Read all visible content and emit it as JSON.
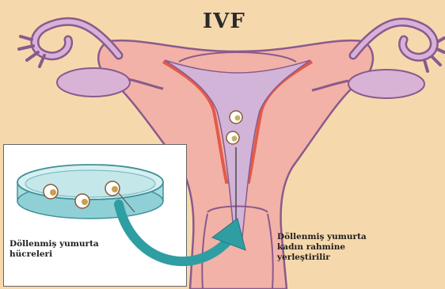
{
  "title": "IVF",
  "labels": {
    "fertilized_eggs_line1": "Döllenmiş yumurta",
    "fertilized_eggs_line2": "hücreleri",
    "transfer_line1": "Döllenmiş yumurta",
    "transfer_line2": "kadın rahmine",
    "transfer_line3": "yerleştirilir"
  },
  "colors": {
    "background": "#f6d8ad",
    "uterus_pink": "#f2b2a7",
    "uterus_outline": "#8a5a8c",
    "cavity": "#d2b4d8",
    "lining": "#e35a4a",
    "arrow": "#2f9ea3"
  }
}
